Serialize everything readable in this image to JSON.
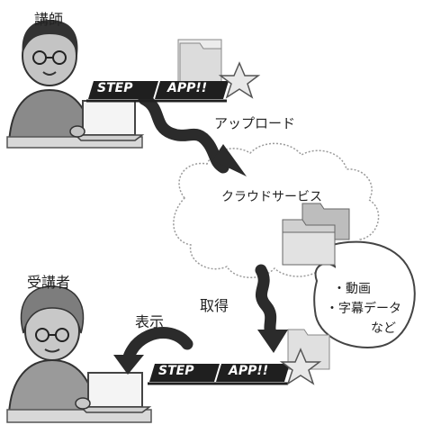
{
  "roles": {
    "instructor": "講師",
    "student": "受講者"
  },
  "actions": {
    "upload": "アップロード",
    "acquire": "取得",
    "display": "表示"
  },
  "cloud": {
    "title": "クラウドサービス"
  },
  "bubble": {
    "line1": "・動画",
    "line2": "・字幕データ",
    "line3": "など"
  },
  "app_logo": {
    "left": "STEP",
    "right": "APP!!"
  },
  "colors": {
    "arrow": "#2b2b2b",
    "skin": "#bdbdbd",
    "folder": "#cfcfcf",
    "star": "#e8e8e8"
  }
}
